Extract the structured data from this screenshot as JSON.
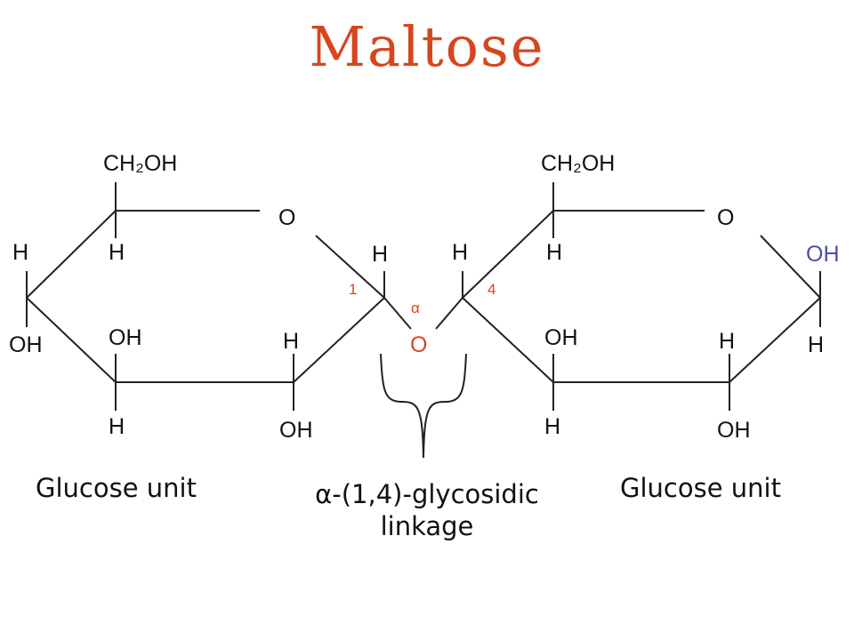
{
  "title": "Maltose",
  "molecule": {
    "left_ring": {
      "ch2oh": "CH₂OH",
      "ring_o": "O",
      "h_top_inner": "H",
      "h_c1": "H",
      "h_c4": "H",
      "oh_c4": "OH",
      "oh_c3": "OH",
      "h_c2": "H",
      "h_c3": "H",
      "oh_c2": "OH",
      "c1_number": "1"
    },
    "linkage": {
      "bridge_o": "O",
      "alpha": "α"
    },
    "right_ring": {
      "ch2oh": "CH₂OH",
      "ring_o": "O",
      "h_c4": "H",
      "h_top_inner": "H",
      "c4_number": "4",
      "oh_c1": "OH",
      "h_c1": "H",
      "oh_c3": "OH",
      "h_c2": "H",
      "h_c3": "H",
      "oh_c2": "OH"
    }
  },
  "captions": {
    "left_unit": "Glucose unit",
    "linkage_line1": "α-(1,4)-glycosidic",
    "linkage_line2": "linkage",
    "right_unit": "Glucose unit"
  },
  "colors": {
    "title": "#d6461e",
    "carbon_numbers": "#d6461e",
    "anomeric_oh": "#4a4f9e",
    "bonds": "#222222"
  }
}
